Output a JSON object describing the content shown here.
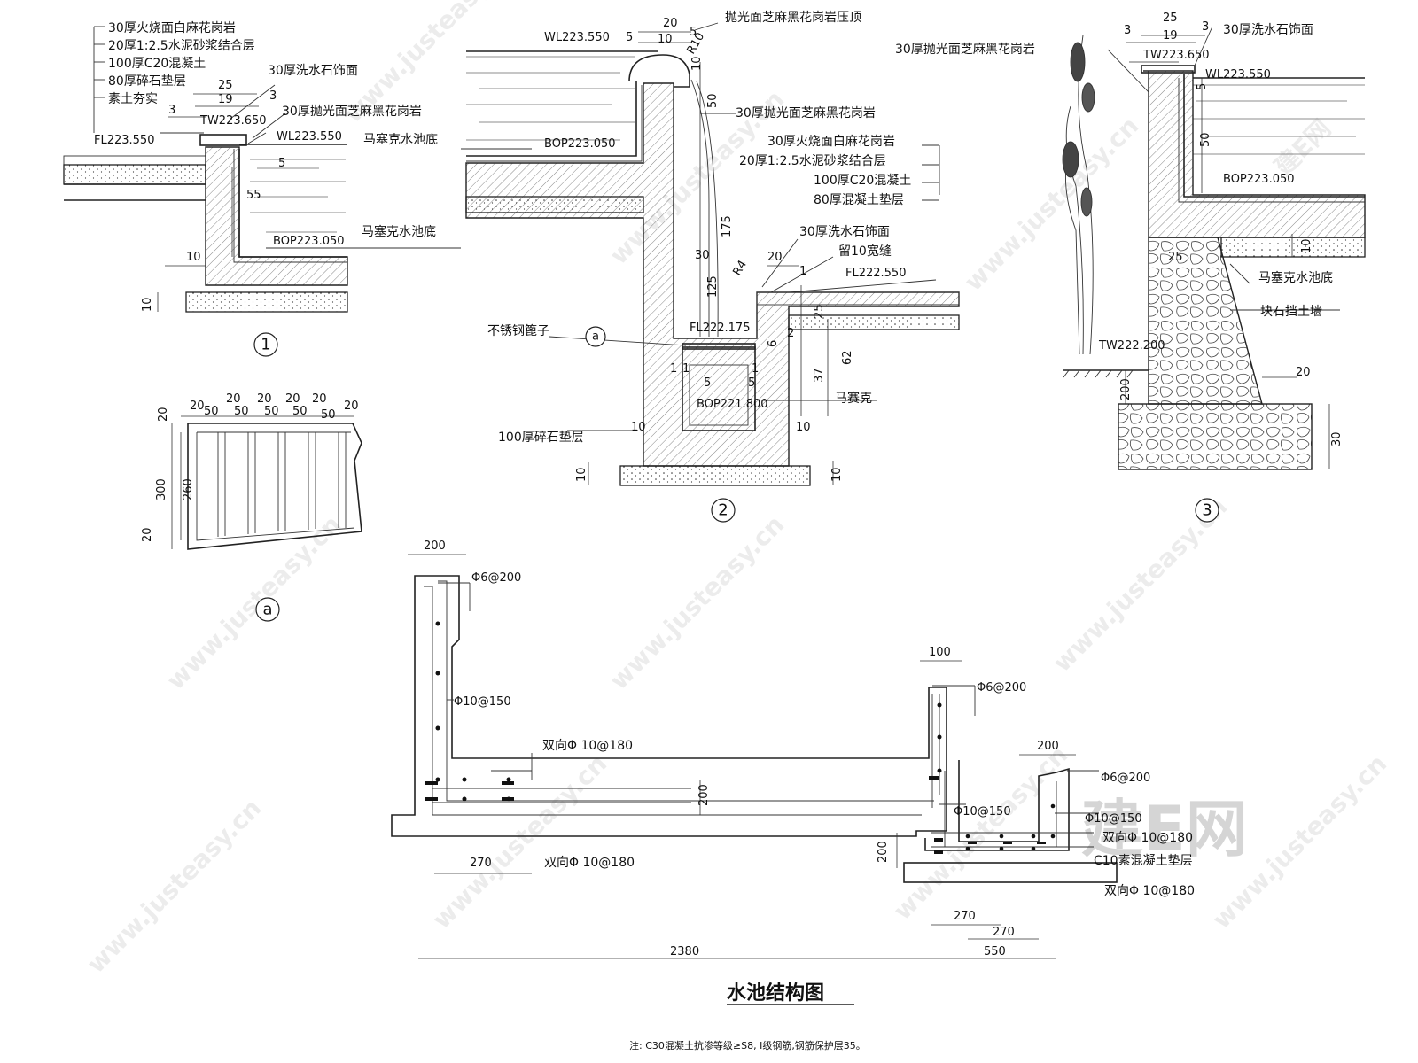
{
  "title": "水池结构图",
  "note": "注:  C30混凝土抗渗等级≥S8, Ⅰ级钢筋,钢筋保护层35。",
  "watermark": {
    "logo": "建E网",
    "site": "www.justeasy.cn",
    "short": "建E网"
  },
  "section1": {
    "marker": "1",
    "layers": [
      "30厚火烧面白麻花岗岩",
      "20厚1:2.5水泥砂浆结合层",
      "100厚C20混凝土",
      "80厚碎石垫层",
      "素土夯实"
    ],
    "cap": "30厚洗水石饰面",
    "liner": "30厚抛光面芝麻黑花岗岩",
    "pool_bottom": "马塞克水池底",
    "levels": {
      "fl": "FL223.550",
      "tw": "TW223.650",
      "wl": "WL223.550",
      "bop": "BOP223.050"
    },
    "dims": [
      "25",
      "19",
      "3",
      "3",
      "5",
      "55",
      "10",
      "10"
    ]
  },
  "section2": {
    "marker": "2",
    "coping": "抛光面芝麻黑花岗岩压顶",
    "liner": "30厚抛光面芝麻黑花岗岩",
    "pool_bottom": "马塞克水池底",
    "layers": [
      "30厚火烧面白麻花岗岩",
      "20厚1:2.5水泥砂浆结合层",
      "100厚C20混凝土",
      "80厚混凝土垫层"
    ],
    "cap": "30厚洗水石饰面",
    "gap": "留10宽缝",
    "grate": "不锈钢篦子",
    "mosaic": "马赛克",
    "base": "100厚碎石垫层",
    "levels": {
      "wl": "WL223.550",
      "bop": "BOP223.050",
      "fl": "FL222.550",
      "fl2": "FL222.175",
      "bop2": "BOP221.800"
    },
    "dims": [
      "20",
      "5",
      "10",
      "5",
      "R10",
      "10",
      "50",
      "175",
      "30",
      "125",
      "20",
      "R4",
      "1",
      "25",
      "37",
      "62",
      "2",
      "6",
      "1",
      "1",
      "5",
      "1",
      "5",
      "10",
      "10",
      "10",
      "10"
    ],
    "detail_ref": "a"
  },
  "section3": {
    "marker": "3",
    "cap": "30厚洗水石饰面",
    "liner": "30厚抛光面芝麻黑花岗岩",
    "pool_bottom": "马塞克水池底",
    "wall": "块石挡土墙",
    "levels": {
      "tw": "TW223.650",
      "wl": "WL223.550",
      "bop": "BOP223.050",
      "tw2": "TW222.200"
    },
    "dims": [
      "25",
      "3",
      "3",
      "19",
      "5",
      "50",
      "10",
      "25",
      "20",
      "200",
      "30"
    ]
  },
  "detail_a": {
    "marker": "a",
    "top_dims": [
      "20",
      "50",
      "20",
      "50",
      "20",
      "50",
      "20",
      "50",
      "20",
      "50",
      "20"
    ],
    "side_dims": [
      "20",
      "300",
      "260",
      "20"
    ]
  },
  "structure": {
    "left_top": "200",
    "left_rebar_top": "Φ6@200",
    "left_rebar_wall": "Φ10@150",
    "slab_top": "双向Φ  10@180",
    "slab_bottom": "双向Φ  10@180",
    "slab_thk": "200",
    "slab_dim": "270",
    "right_top": "100",
    "right_rebar_top": "Φ6@200",
    "right_rebar_wall": "Φ10@150",
    "step_top": "200",
    "step_rebar_top": "Φ6@200",
    "step_rebar_wall": "Φ10@150",
    "step_slab": "双向Φ  10@180",
    "step_base": "C10素混凝土垫层",
    "step_bottom": "双向Φ  10@180",
    "step_thk": "200",
    "dims_bottom": [
      "270",
      "270",
      "550",
      "2380"
    ]
  }
}
